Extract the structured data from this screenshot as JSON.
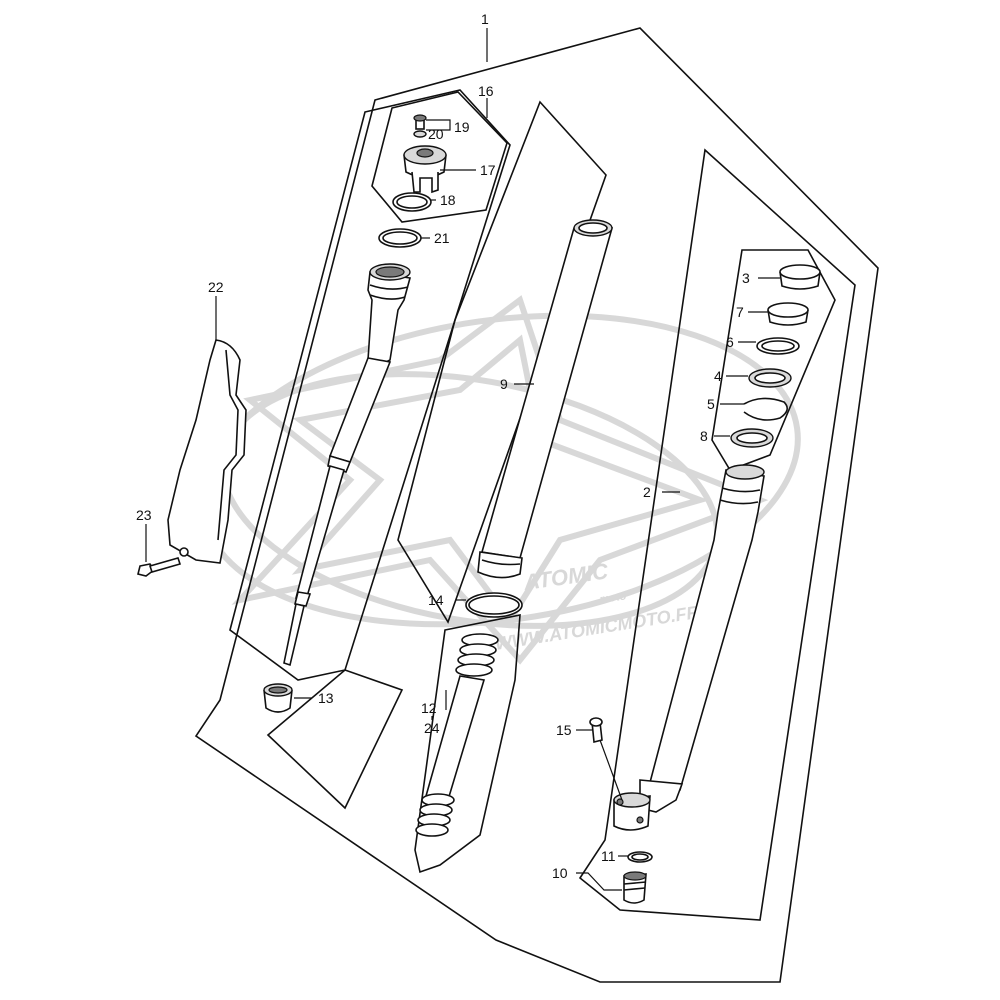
{
  "watermark": {
    "brand": "ATOMIC",
    "brand_sub": "moto",
    "url": "WWW.ATOMICMOTO.FR",
    "color": "#d4d4d4"
  },
  "callouts": {
    "p1": "1",
    "p2": "2",
    "p3": "3",
    "p4": "4",
    "p5": "5",
    "p6": "6",
    "p7": "7",
    "p8": "8",
    "p9": "9",
    "p10": "10",
    "p11": "11",
    "p12": "12",
    "p13": "13",
    "p14": "14",
    "p15": "15",
    "p16": "16",
    "p17": "17",
    "p18": "18",
    "p19": "19",
    "p20": "20",
    "p21": "21",
    "p22": "22",
    "p23": "23",
    "p24": "24"
  }
}
